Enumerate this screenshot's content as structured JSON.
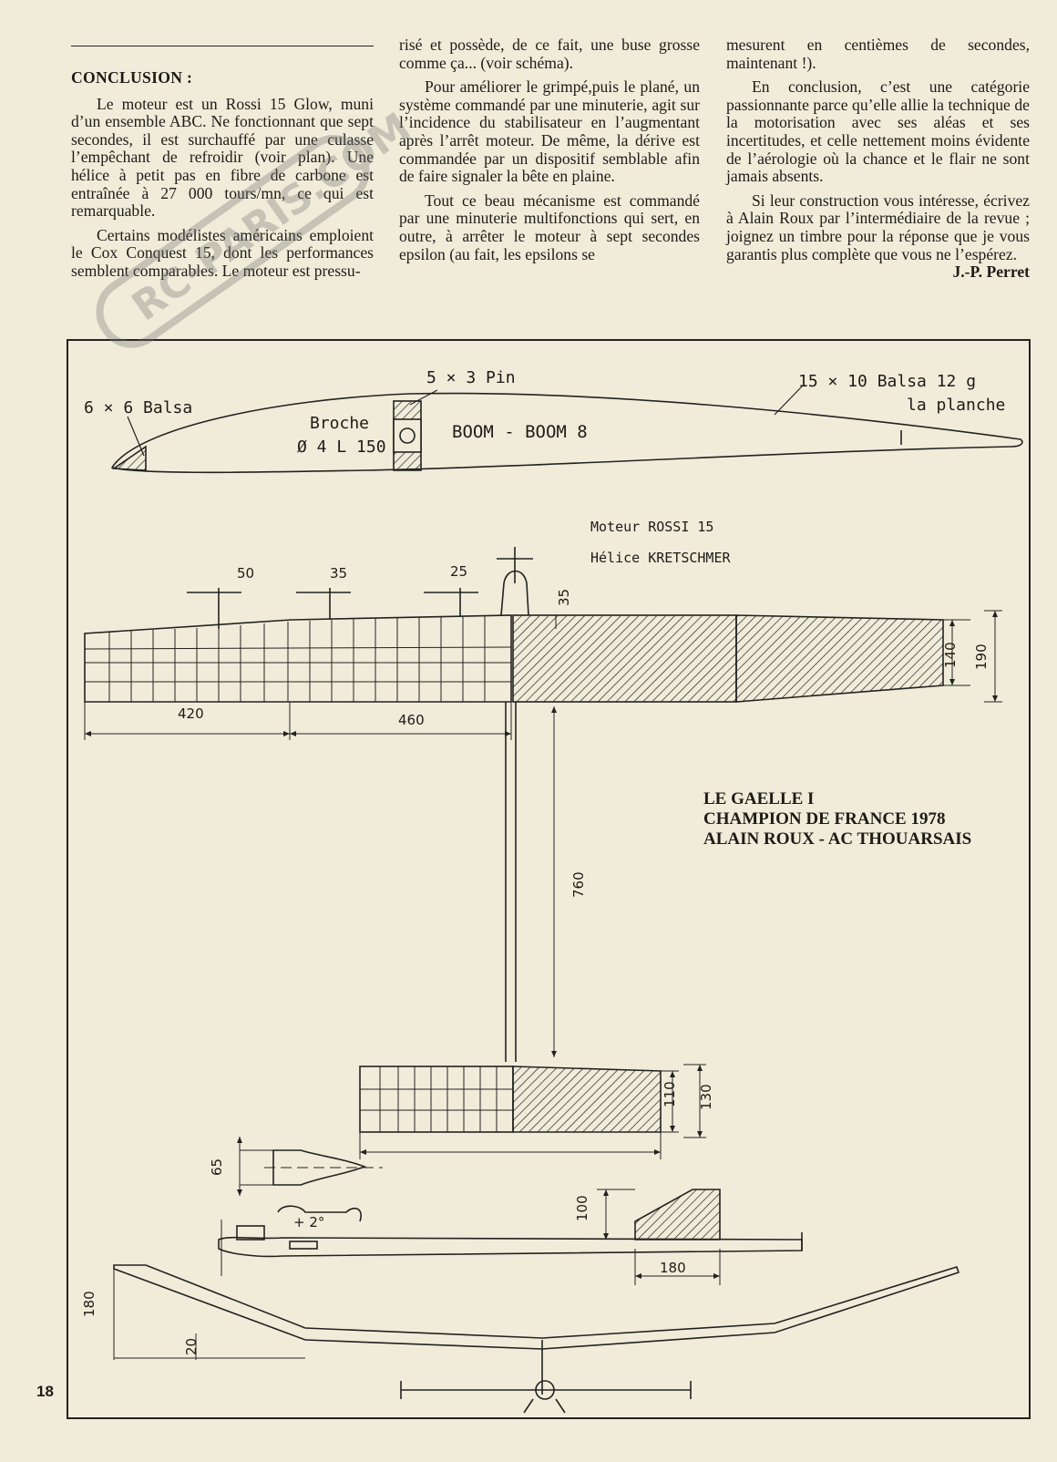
{
  "article": {
    "conclusion_heading": "CONCLUSION :",
    "col1": [
      "Le moteur est un Rossi 15 Glow, muni d’un ensemble ABC. Ne fonctionnant que sept secondes, il est surchauffé par une culasse l’empêchant de refroidir (voir plan). Une hélice à petit pas en fibre de carbone est entraînée à 27 000 tours/mn, ce qui est remarquable.",
      "Certains modélistes américains emploient le Cox Conquest 15, dont les performances semblent comparables. Le moteur est pressu-"
    ],
    "col2": [
      "risé et possède, de ce fait, une buse grosse comme ça... (voir schéma).",
      "Pour améliorer le grimpé,puis le plané, un système commandé par une minuterie, agit sur l’incidence du stabilisateur en l’augmentant après l’arrêt moteur. De même, la dérive est commandée par un dispositif semblable afin de faire signaler la bête en plaine.",
      "Tout ce beau mécanisme est commandé par une minuterie multifonctions qui sert, en outre, à arrêter le moteur à sept secondes epsilon (au fait, les epsilons se"
    ],
    "col3": [
      "mesurent en centièmes de secondes, maintenant !).",
      "En conclusion, c’est une catégorie passionnante parce qu’elle allie la technique de la motorisation avec ses aléas et ses incertitudes, et celle nettement moins évidente de l’aérologie où la chance et le flair ne sont jamais absents.",
      "Si leur construction vous intéresse, écrivez à Alain Roux par l’intermédiaire de la revue ; joignez un timbre pour la réponse que je vous garantis plus complète que vous ne l’espérez."
    ],
    "author": "J.-P. Perret"
  },
  "drawing": {
    "airfoil": {
      "label_balsa_6x6": "6 × 6 Balsa",
      "label_pin": "5 × 3 Pin",
      "label_planche": "15 × 10 Balsa  12 g",
      "label_planche_2": "la planche",
      "label_broche_1": "Broche",
      "label_broche_2": "Ø 4  L 150",
      "label_name": "BOOM - BOOM 8"
    },
    "engine_1": "Moteur ROSSI 15",
    "engine_2": "Hélice KRETSCHMER",
    "dims": {
      "d50": "50",
      "d35a": "35",
      "d25": "25",
      "d35b": "35",
      "d420": "420",
      "d460": "460",
      "d140": "140",
      "d190": "190",
      "d760": "760",
      "d110": "110",
      "d130": "130",
      "d65": "65",
      "d100": "100",
      "d180a": "180",
      "d180b": "180",
      "d20": "20",
      "inc": "+ 2°"
    },
    "title_1": "LE GAELLE I",
    "title_2": "CHAMPION DE FRANCE 1978",
    "title_3": "ALAIN ROUX - AC THOUARSAIS"
  },
  "watermark_text": "RC-PARIS.COM",
  "page_number": "18"
}
